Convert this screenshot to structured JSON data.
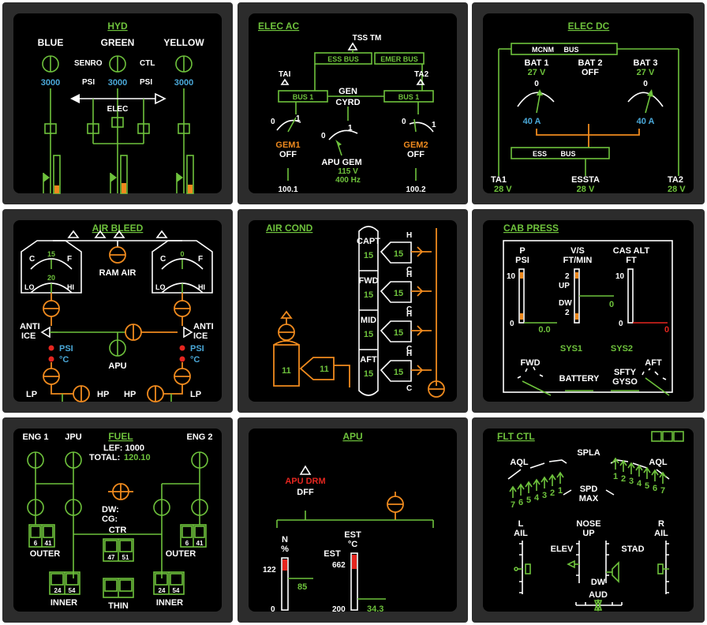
{
  "hyd": {
    "title": "HYD",
    "blue": "BLUE",
    "green": "GREEN",
    "yellow": "YELLOW",
    "senro": "SENRO",
    "ctl": "CTL",
    "psi_l": "PSI",
    "psi_r": "PSI",
    "p_blue": "3000",
    "p_green": "3000",
    "p_yellow": "3000",
    "elec": "ELEC"
  },
  "elec_ac": {
    "title": "ELEC AC",
    "tss": "TSS TM",
    "ess_bus": "ESS BUS",
    "emer_bus": "EMER BUS",
    "tai": "TAI",
    "ta2": "TA2",
    "bus1_l": "BUS 1",
    "bus1_r": "BUS 1",
    "gen": "GEN",
    "cyrd": "CYRD",
    "zero_l": "0",
    "one_l": "1",
    "zero_m": "0",
    "one_m": "1",
    "zero_r": "0",
    "one_r": "1",
    "gem1": "GEM1",
    "off1": "OFF",
    "gem2": "GEM2",
    "off2": "OFF",
    "apu_gem": "APU GEM",
    "v115": "115 V",
    "hz400": "400 Hz",
    "v_l": "100.1",
    "v_r": "100.2"
  },
  "elec_dc": {
    "title": "ELEC DC",
    "mcnm": "MCNM",
    "bus": "BUS",
    "bat1": "BAT 1",
    "bat2": "BAT 2",
    "bat3": "BAT 3",
    "v1": "27 V",
    "off": "OFF",
    "v3": "27 V",
    "zero_l": "0",
    "zero_r": "0",
    "a_l": "40 A",
    "a_r": "40 A",
    "ess": "ESS",
    "ess_bus": "BUS",
    "ta1": "TA1",
    "essta": "ESSTA",
    "ta2": "TA2",
    "ta1_v": "28 V",
    "essta_v": "28 V",
    "ta2_v": "28 V"
  },
  "air_bleed": {
    "title": "AIR BLEED",
    "c_l": "C",
    "f_l": "F",
    "c_r": "C",
    "f_r": "F",
    "v15": "15",
    "v0": "0",
    "v20": "20",
    "lo_l": "LO",
    "hi_l": "HI",
    "lo_r": "LO",
    "hi_r": "HI",
    "ram_air": "RAM AIR",
    "anti_ice_l1": "ANTI",
    "anti_ice_l2": "ICE",
    "anti_ice_r1": "ANTI",
    "anti_ice_r2": "ICE",
    "psi_l": "PSI",
    "degc_l": "°C",
    "psi_r": "PSI",
    "degc_r": "°C",
    "apu": "APU",
    "lp_l": "LP",
    "hp_l": "HP",
    "hp_r": "HP",
    "lp_r": "LP"
  },
  "air_cond": {
    "title": "AIR COND",
    "capt": "CAPT",
    "fwd": "FWD",
    "mid": "MID",
    "aft": "AFT",
    "z1": "15",
    "z2": "15",
    "z3": "15",
    "z4": "15",
    "d1": "15",
    "d2": "15",
    "d3": "15",
    "d4": "15",
    "h": "H",
    "c": "C",
    "pack_l": "11",
    "pack_r": "11"
  },
  "cab_press": {
    "title": "CAB PRESS",
    "p": "P",
    "psi": "PSI",
    "vs": "V/S",
    "ftmin": "FT/MIN",
    "casalt": "CAS ALT",
    "ft": "FT",
    "ten": "10",
    "zero_p": "0",
    "p_val": "0.0",
    "two_u": "2",
    "up": "UP",
    "dw": "DW",
    "two_d": "2",
    "vs_val": "0",
    "ten_c": "10",
    "zero_c": "0",
    "c_val": "0",
    "sys1": "SYS1",
    "sys2": "SYS2",
    "fwd": "FWD",
    "aft": "AFT",
    "battery": "BATTERY",
    "sfty1": "SFTY",
    "sfty2": "GYSO"
  },
  "fuel": {
    "title": "FUEL",
    "eng1": "ENG 1",
    "jpu": "JPU",
    "eng2": "ENG 2",
    "lef": "LEF: 1000",
    "total": "TOTAL:",
    "total_val": "120.10",
    "dw": "DW:",
    "cg": "CG:",
    "ctr": "CTR",
    "o_l1": "6",
    "o_l2": "41",
    "o_r1": "6",
    "o_r2": "41",
    "c1": "47",
    "c2": "51",
    "outer_l": "OUTER",
    "outer_r": "OUTER",
    "i_l1": "24",
    "i_l2": "54",
    "i_r1": "24",
    "i_r2": "54",
    "inner_l": "INNER",
    "thin": "THIN",
    "inner_r": "INNER"
  },
  "apu": {
    "title": "APU",
    "drm": "APU DRM",
    "dff": "DFF",
    "n": "N",
    "pct": "%",
    "n122": "122",
    "n0": "0",
    "nval": "85",
    "est": "EST",
    "degc": "°C",
    "est2": "EST",
    "t662": "662",
    "t200": "200",
    "tval": "34.3"
  },
  "flt_ctl": {
    "title": "FLT CTL",
    "spla": "SPLA",
    "aql_l": "AQL",
    "aql_r": "AQL",
    "spd": "SPD",
    "max": "MAX",
    "l": "L",
    "ail_l": "AIL",
    "nose": "NOSE",
    "up": "UP",
    "r": "R",
    "ail_r": "AIL",
    "elev": "ELEV",
    "stad": "STAD",
    "dw": "DW",
    "aud": "AUD",
    "s_l": [
      "7",
      "6",
      "5",
      "4",
      "3",
      "2",
      "1"
    ],
    "s_r": [
      "1",
      "2",
      "3",
      "4",
      "5",
      "6",
      "7"
    ]
  },
  "colors": {
    "green": "#6ec23c",
    "white": "#ffffff",
    "cyan": "#4aa8d8",
    "orange": "#ef8a1e",
    "red": "#e5261f"
  }
}
